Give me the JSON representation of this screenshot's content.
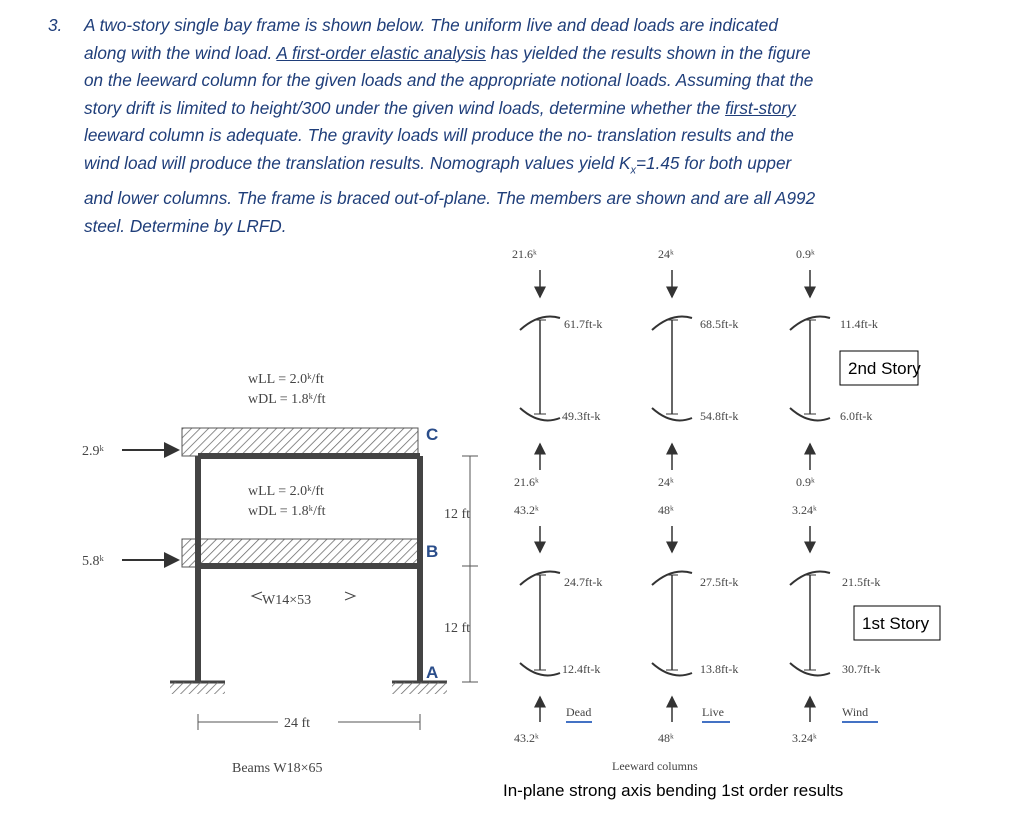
{
  "problem": {
    "number": "3.",
    "lines": [
      "A two-story single bay frame is shown below. The uniform live and dead loads are indicated",
      "along with the wind load. ",
      "A first-order elastic analysis",
      " has yielded the results shown in the figure",
      "on the leeward column for the given loads and the appropriate notional loads. Assuming that the",
      "story drift is limited to height/300 under the given wind loads, determine whether the ",
      "first-story",
      "leeward column",
      " is adequate. The gravity loads will produce the no- translation results and the",
      "wind load will produce the translation results. Nomograph values yield K",
      "x",
      "=1.45 for both upper",
      "and lower columns. The frame is braced out-of-plane. The members are shown and are all A992",
      "steel. Determine by LRFD."
    ]
  },
  "frame": {
    "wind_top": "2.9ᵏ",
    "wind_bottom": "5.8ᵏ",
    "roof_load_ll": "wLL = 2.0ᵏ/ft",
    "roof_load_dl": "wDL = 1.8ᵏ/ft",
    "floor_load_ll": "wLL = 2.0ᵏ/ft",
    "floor_load_dl": "wDL = 1.8ᵏ/ft",
    "column_size": "W14×53",
    "joint_c": "C",
    "joint_b": "B",
    "joint_a": "A",
    "height_upper": "12 ft",
    "height_lower": "12 ft",
    "span": "24 ft",
    "beams": "Beams W18×65"
  },
  "results": {
    "story2_label": "2nd Story",
    "story1_label": "1st Story",
    "dead": {
      "p_top2": "21.6ᵏ",
      "m_top2": "61.7ft-k",
      "m_bot2": "49.3ft-k",
      "p_bot2": "21.6ᵏ",
      "p_top1_a": "43.2ᵏ",
      "m_top1": "24.7ft-k",
      "m_bot1": "12.4ft-k",
      "p_bot1": "43.2ᵏ",
      "label": "Dead"
    },
    "live": {
      "p_top2": "24ᵏ",
      "m_top2": "68.5ft-k",
      "m_bot2": "54.8ft-k",
      "p_bot2": "24ᵏ",
      "p_top1_a": "48ᵏ",
      "m_top1": "27.5ft-k",
      "m_bot1": "13.8ft-k",
      "p_bot1": "48ᵏ",
      "label": "Live"
    },
    "wind": {
      "p_top2": "0.9ᵏ",
      "m_top2": "11.4ft-k",
      "m_bot2": "6.0ft-k",
      "p_bot2": "0.9ᵏ",
      "p_top1_a": "3.24ᵏ",
      "m_top1": "21.5ft-k",
      "m_bot1": "30.7ft-k",
      "p_bot1": "3.24ᵏ",
      "label": "Wind"
    },
    "leeward_label": "Leeward columns",
    "caption": "In-plane strong axis bending 1st order results"
  }
}
